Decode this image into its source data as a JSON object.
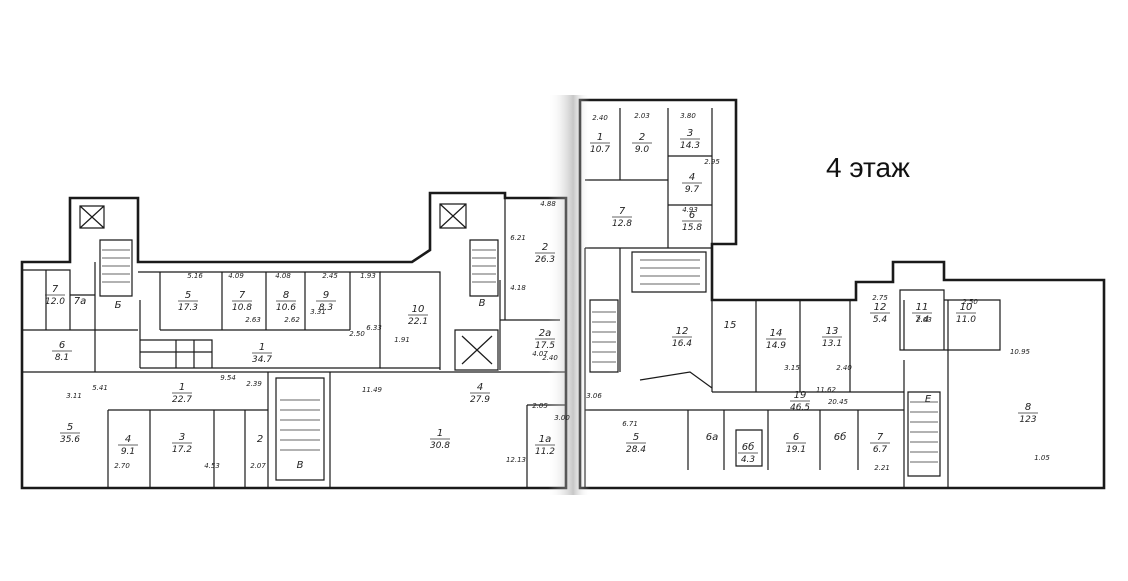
{
  "title": "4 этаж",
  "rooms": [
    {
      "id": "r-l1",
      "num": "7",
      "area": "12.0"
    },
    {
      "id": "r-l2",
      "num": "7а",
      "area": ""
    },
    {
      "id": "r-l3",
      "num": "6",
      "area": "8.1"
    },
    {
      "id": "r-l4",
      "num": "5",
      "area": "17.3"
    },
    {
      "id": "r-l5",
      "num": "7",
      "area": "10.8"
    },
    {
      "id": "r-l6",
      "num": "8",
      "area": "10.6"
    },
    {
      "id": "r-l7",
      "num": "9",
      "area": "8.3"
    },
    {
      "id": "r-l8",
      "num": "10",
      "area": "22.1"
    },
    {
      "id": "r-l9",
      "num": "1",
      "area": "34.7"
    },
    {
      "id": "r-l10",
      "num": "5",
      "area": "35.6"
    },
    {
      "id": "r-l11",
      "num": "4",
      "area": "9.1"
    },
    {
      "id": "r-l12",
      "num": "3",
      "area": "17.2"
    },
    {
      "id": "r-l13",
      "num": "1",
      "area": "22.7"
    },
    {
      "id": "r-l14",
      "num": "2",
      "area": ""
    },
    {
      "id": "r-l15",
      "num": "4",
      "area": "27.9"
    },
    {
      "id": "r-l16",
      "num": "1",
      "area": "30.8"
    },
    {
      "id": "r-l17",
      "num": "1а",
      "area": "11.2"
    },
    {
      "id": "r-l18",
      "num": "2",
      "area": "26.3"
    },
    {
      "id": "r-l19",
      "num": "2а",
      "area": "17.5"
    },
    {
      "id": "r-r1",
      "num": "1",
      "area": "10.7"
    },
    {
      "id": "r-r2",
      "num": "2",
      "area": "9.0"
    },
    {
      "id": "r-r3",
      "num": "3",
      "area": "14.3"
    },
    {
      "id": "r-r4",
      "num": "4",
      "area": "9.7"
    },
    {
      "id": "r-r5",
      "num": "7",
      "area": "12.8"
    },
    {
      "id": "r-r6",
      "num": "6",
      "area": "15.8"
    },
    {
      "id": "r-r7",
      "num": "12",
      "area": "16.4"
    },
    {
      "id": "r-r8",
      "num": "15",
      "area": ""
    },
    {
      "id": "r-r9",
      "num": "14",
      "area": "14.9"
    },
    {
      "id": "r-r10",
      "num": "13",
      "area": "13.1"
    },
    {
      "id": "r-r11",
      "num": "12",
      "area": "5.4"
    },
    {
      "id": "r-r12",
      "num": "11",
      "area": "7.4"
    },
    {
      "id": "r-r13",
      "num": "10",
      "area": "11.0"
    },
    {
      "id": "r-r14",
      "num": "8",
      "area": "123"
    },
    {
      "id": "r-r15",
      "num": "19",
      "area": "46.5"
    },
    {
      "id": "r-r16",
      "num": "5",
      "area": "28.4"
    },
    {
      "id": "r-r17",
      "num": "6а",
      "area": ""
    },
    {
      "id": "r-r18",
      "num": "6б",
      "area": "4.3"
    },
    {
      "id": "r-r19",
      "num": "6",
      "area": "19.1"
    },
    {
      "id": "r-r20",
      "num": "6б",
      "area": ""
    },
    {
      "id": "r-r21",
      "num": "7",
      "area": "6.7"
    }
  ],
  "stairs": [
    "Б",
    "В",
    "В",
    "Е"
  ],
  "dimensions": [
    "5.16",
    "2.63",
    "4.08",
    "4.09",
    "2.62",
    "2.45",
    "2.50",
    "1.93",
    "3.31",
    "6.33",
    "1.91",
    "2.40",
    "5.41",
    "9.54",
    "2.39",
    "3.11",
    "4.53",
    "2.07",
    "2.70",
    "11.49",
    "12.13",
    "2.05",
    "3.00",
    "4.88",
    "6.21",
    "4.18",
    "4.07",
    "6.71",
    "3.06",
    "3.15",
    "11.62",
    "2.40",
    "20.45",
    "2.21",
    "1.05",
    "10.95",
    "2.75",
    "2.03",
    "4.93",
    "3.80",
    "2.03",
    "2.40",
    "2.95",
    "2.50"
  ]
}
